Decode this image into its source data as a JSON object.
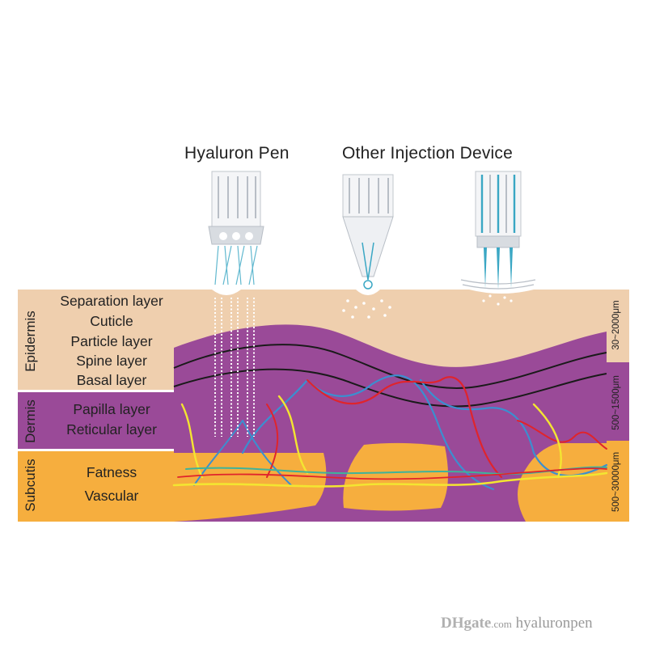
{
  "headings": {
    "left": "Hyaluron Pen",
    "right": "Other Injection Device"
  },
  "groups": {
    "epidermis": "Epidermis",
    "dermis": "Dermis",
    "subcutis": "Subcutis"
  },
  "layers": {
    "separation": "Separation layer",
    "cuticle": "Cuticle",
    "particle": "Particle layer",
    "spine": "Spine layer",
    "basal": "Basal layer",
    "papilla": "Papilla layer",
    "reticular": "Reticular layer",
    "fatness": "Fatness",
    "vascular": "Vascular"
  },
  "thickness": {
    "epidermis": "30~2000μm",
    "dermis": "500~1500μm",
    "subcutis": "500~30000μm"
  },
  "watermark": {
    "logo": "DHgate",
    "suffix": ".com",
    "shop": "hyaluronpen"
  },
  "colors": {
    "epidermis": "#efcfae",
    "dermis": "#9a4a98",
    "subcutis": "#f6ae3e",
    "vein": "#3b8fd0",
    "artery": "#e0242c",
    "nerve": "#f3e531",
    "nerve_green": "#3fb39a",
    "device": "#b8bec6",
    "needle_fill": "#3aa7c4"
  }
}
